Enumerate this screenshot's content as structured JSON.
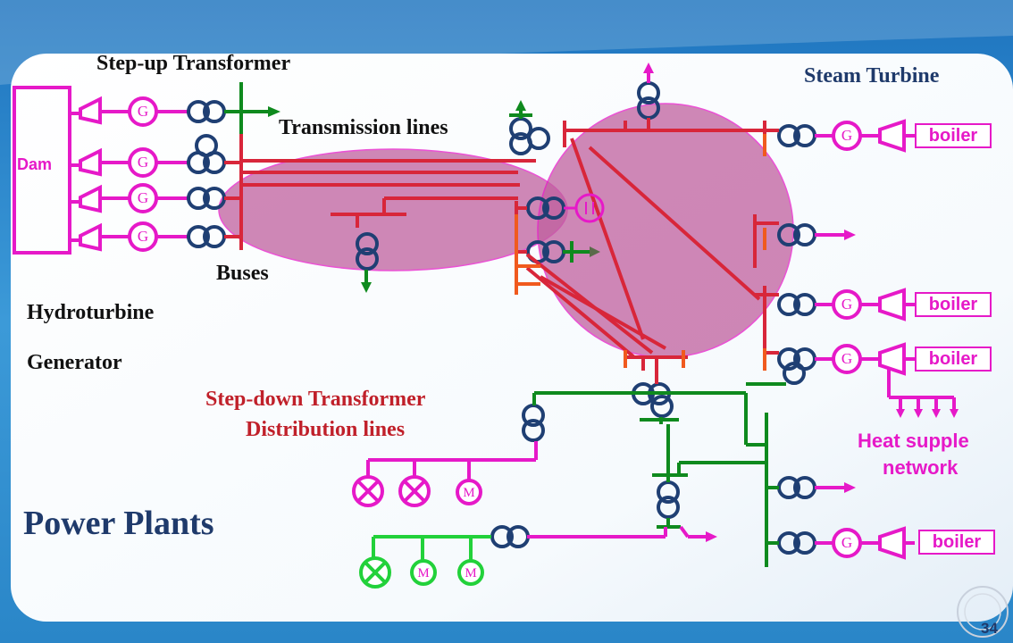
{
  "labels": {
    "step_up_transformer": "Step-up Transformer",
    "steam_turbine": "Steam Turbine",
    "transmission_lines": "Transmission lines",
    "dam": "Dam",
    "buses": "Buses",
    "hydroturbine": "Hydroturbine",
    "generator": "Generator",
    "step_down_transformer": "Step-down Transformer",
    "distribution_lines": "Distribution lines",
    "heat_supply_line1": "Heat supple",
    "heat_supply_line2": "network",
    "power_plants": "Power Plants",
    "page_number": "34"
  },
  "boilers": [
    "boiler",
    "boiler",
    "boiler",
    "boiler"
  ],
  "generator_symbol": "G",
  "motor_symbol": "M",
  "colors": {
    "hydro": "#e619c8",
    "transmission": "#d8263a",
    "bus_orange": "#f05a1e",
    "distribution": "#0f8a1e",
    "green_bright": "#22d13a",
    "transformer": "#1f3f73",
    "oval_fill": "#c0609e",
    "title": "#1f3a6b"
  }
}
